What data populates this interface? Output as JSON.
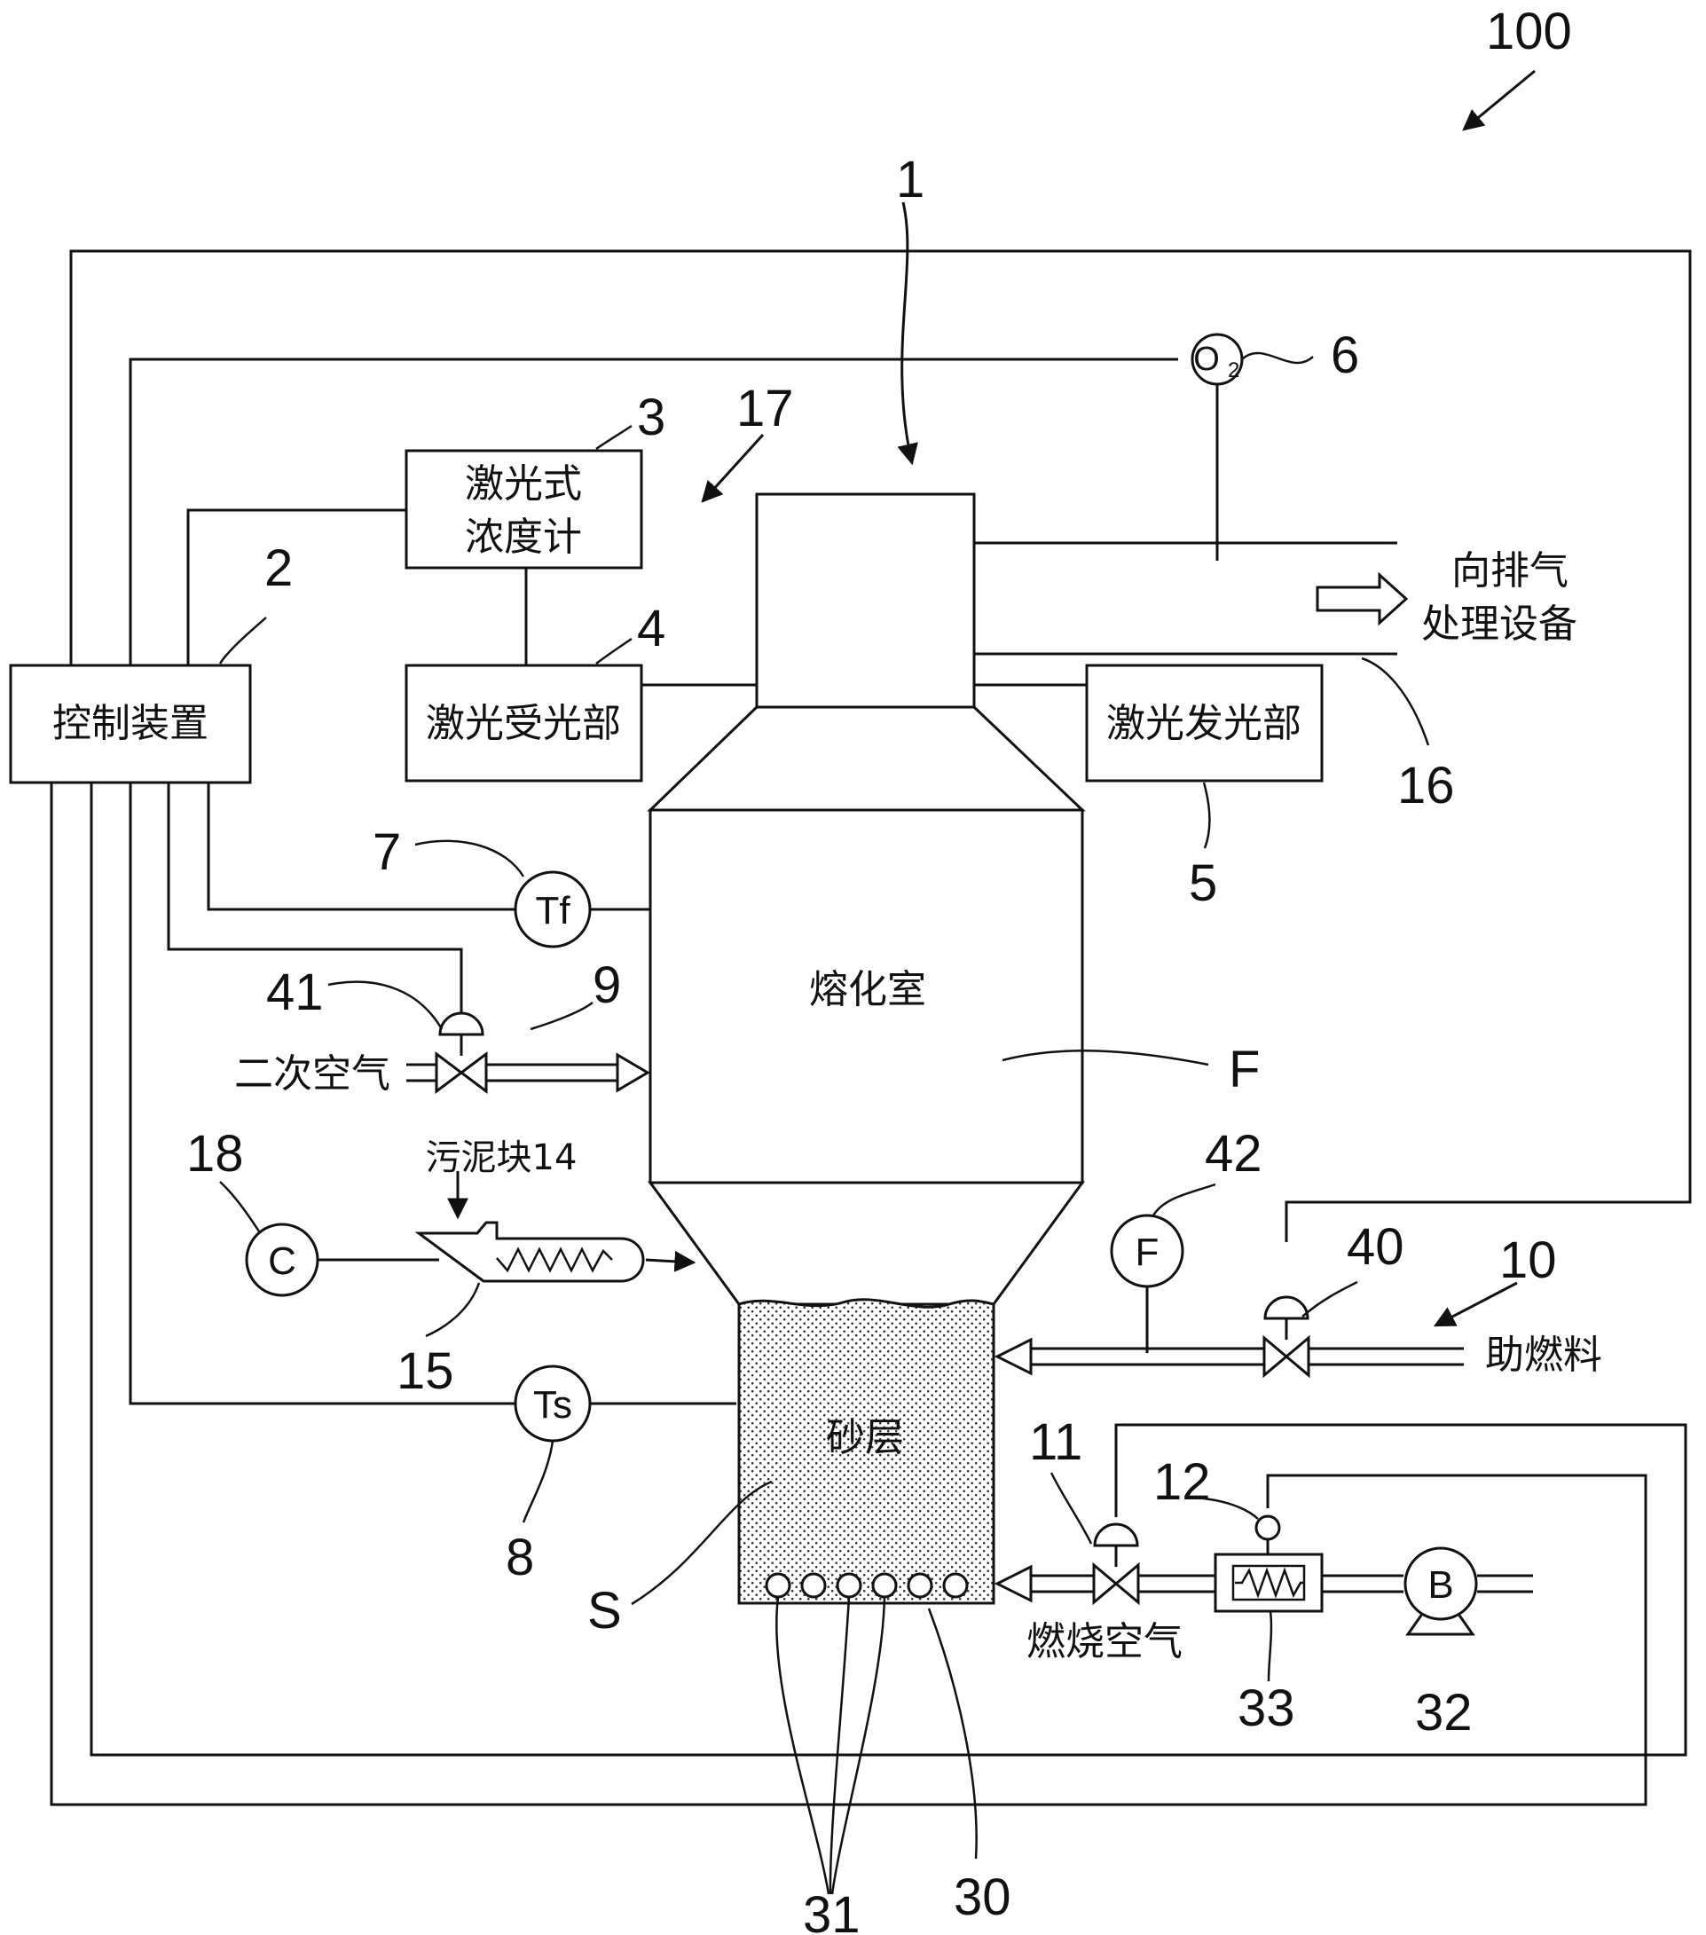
{
  "labels": {
    "system": "100",
    "furnace": "1",
    "controller_ref": "2",
    "concentration_meter_ref": "3",
    "receiver_ref": "4",
    "emitter_ref": "5",
    "oxygen_sensor_ref": "6",
    "furnace_temp_ref": "7",
    "sand_temp_ref": "8",
    "secondary_air_ref": "9",
    "aux_fuel_ref": "10",
    "combustion_air_valve_ref": "11",
    "heater_sensor_ref": "12",
    "feeder_ref": "15",
    "exhaust_duct_ref": "16",
    "laser_system_ref": "17",
    "c_sensor_ref": "18",
    "windbox_ref": "30",
    "nozzles_ref": "31",
    "blower_ref": "32",
    "heater_ref": "33",
    "fuel_valve_ref": "40",
    "secondary_air_valve_ref": "41",
    "flow_meter_ref": "42",
    "melting_zone_ref": "F",
    "sand_zone_ref": "S"
  },
  "text": {
    "controller": "控制装置",
    "concentration_meter_line1": "激光式",
    "concentration_meter_line2": "浓度计",
    "receiver": "激光受光部",
    "emitter": "激光发光部",
    "exhaust_line1": "向排气",
    "exhaust_line2": "处理设备",
    "melting_chamber": "熔化室",
    "secondary_air": "二次空气",
    "sludge_cake": "污泥块14",
    "sand_layer": "砂层",
    "aux_fuel": "助燃料",
    "combustion_air": "燃烧空气"
  },
  "instruments": {
    "oxygen": "O",
    "oxygen_sub": "2",
    "furnace_temp": "Tf",
    "sand_temp": "Ts",
    "c_sensor": "C",
    "flow": "F",
    "blower": "B"
  }
}
